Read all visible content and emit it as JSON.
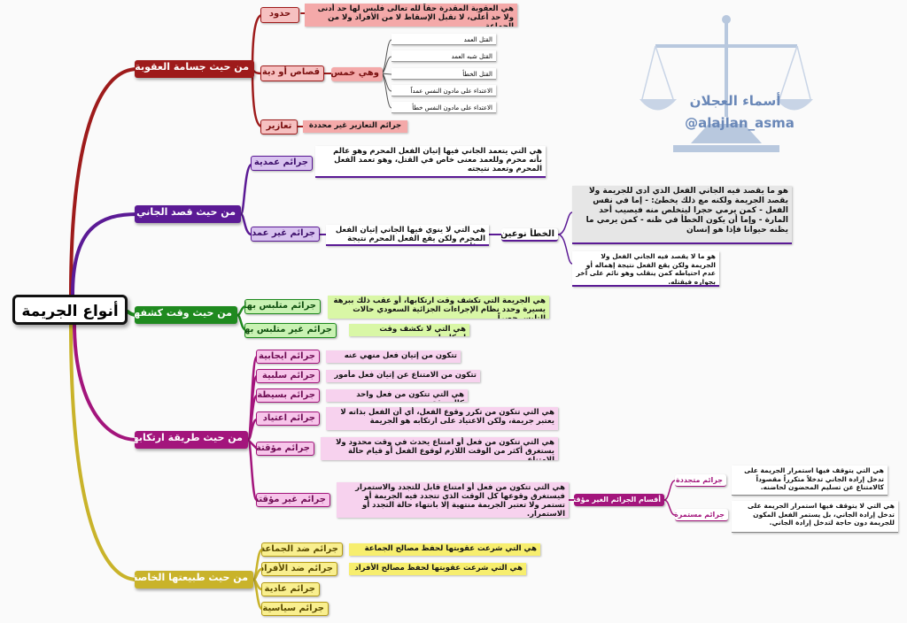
{
  "root": "أنواع الجريمة",
  "watermark": {
    "name": "أسماء العجلان",
    "handle": "@alajlan_asma"
  },
  "colors": {
    "red": "#9e1b1b",
    "purple": "#5b1a95",
    "green": "#1f8a1f",
    "magenta": "#a3157c",
    "yellow": "#c9b32a"
  },
  "branches": {
    "punishment": {
      "title": "من حيث جسامة العقوبة",
      "hudud": {
        "label": "حدود",
        "desc": "هي العقوبة المقدرة حقاً لله تعالى فليس لها حد أدنى ولا حد أعلى، لا تقبل الإسقاط لا من الأفراد ولا من الجماعة."
      },
      "qisas": {
        "label": "قصاص أو دية",
        "five": "وهي خمس",
        "items": [
          "القتل العمد",
          "القتل شبه العمد",
          "القتل الخطأ",
          "الاعتداء على مادون النفس عمداً",
          "الاعتداء على مادون النفس خطأ"
        ]
      },
      "tazir": {
        "label": "تعازير",
        "desc": "جرائم التعازير غير محددة"
      }
    },
    "intent": {
      "title": "من حيث قصد الجاني",
      "intentional": {
        "label": "جرائم عمدية",
        "desc": "هي التي يتعمد الجاني فيها إتيان الفعل المحرم وهو عالم بأنه محرم وللعمد معنى خاص في القتل، وهو تعمد الفعل المحرم وتعمد نتيجته"
      },
      "unintentional": {
        "label": "جرائم غير عمدية",
        "desc": "هي التي لا ينوي فيها الجاني إتيان الفعل المحرم ولكن يقع الفعل المحرم نتيجة خطأ منه",
        "mistake": "الخطأ نوعين",
        "type1": "هو ما يقصد فيه الجاني الفعل الذي أدى للجريمة ولا يقصد الجريمة ولكنه مع ذلك يخطئ: - إما في نفس الفعل - كمن يرمي حجرا ليتخلص منه فيصيب أحد المارة - وإما أن يكون الخطأ في ظنه - كمن يرمي ما يظنه حيوانا فإذا هو إنسان",
        "type2": "هو ما لا يقصد فيه الجاني الفعل ولا الجريمة ولكن يقع الفعل نتيجة إهماله أو عدم احتياطه كمن ينقلب وهو نائم على آخر بجواره فيقتله."
      }
    },
    "timing": {
      "title": "من حيث وقت كشفها",
      "flagrant": {
        "label": "جرائم متلبس بها",
        "desc": "هي الجريمة التي تكشف وقت ارتكابها، أو عقب ذلك ببرهة يسيرة وحدد نظام الإجراءات الجزائية السعودي حالات التلبس حصراً"
      },
      "nonflagrant": {
        "label": "جرائم غير متلبس بها",
        "desc": "هي التي لا تكشف وقت ارتكابها."
      }
    },
    "method": {
      "title": "من حيث طريقة ارتكابها",
      "positive": {
        "label": "جرائم ايجابية",
        "desc": "تتكون من إتيان فعل منهي عنه"
      },
      "negative": {
        "label": "جرائم سلبية",
        "desc": "تتكون من الامتناع عن إتيان فعل مأمور به"
      },
      "simple": {
        "label": "جرائم بسيطة",
        "desc": "هي التي تتكون من فعل واحد كالسرقة"
      },
      "habitual": {
        "label": "جرائم اعتياد",
        "desc": "هي التي تتكون من تكرر وقوع الفعل، أي أن الفعل بذاته لا يعتبر جريمة، ولكن الاعتياد على ارتكابه هو الجريمة"
      },
      "temporary": {
        "label": "جرائم مؤقتة",
        "desc": "هي التي تتكون من فعل أو امتناع يحدث في وقت محدود ولا يستغرق أكثر من الوقت اللازم لوقوع الفعل أو قيام حالة الامتناع"
      },
      "nontemporary": {
        "label": "جرائم غير مؤقتة",
        "desc": "هي التي تتكون من فعل أو امتناع قابل للتجدد والاستمرار فيستغرق وقوعها كل الوقت الذي تتجدد فيه الجريمة أو تستمر ولا تعتبر الجريمة منتهية إلا بانتهاء حالة التجدد أو الاستمرار.",
        "split": "أقسام الجرائم الغير مؤقتة",
        "renewed": "جرائم متجددة",
        "renewed_desc": "هي التي يتوقف فيها استمرار الجريمة على تدخل إرادة الجاني تدخلاً متكرراً مقصوداً كالامتناع عن تسليم المحضون لحاضنه.",
        "continuous": "جرائم مستمرة",
        "continuous_desc": "هي التي لا يتوقف فيها استمرار الجريمة على تدخل إرادة الجاني، بل يستمر الفعل المكون للجريمة دون حاجة لتدخل إرادة الجاني."
      }
    },
    "nature": {
      "title": "من حيث طبيعتها الخاصة",
      "against_group": {
        "label": "جرائم ضد الجماعة",
        "desc": "هي التي شرعت عقوبتها لحفظ مصالح الجماعة"
      },
      "against_individuals": {
        "label": "جرائم ضد الأفراد",
        "desc": "هي التي شرعت عقوبتها لحفظ مصالح الأفراد"
      },
      "ordinary": {
        "label": "جرائم عادية"
      },
      "political": {
        "label": "جرائم سياسية"
      }
    }
  }
}
